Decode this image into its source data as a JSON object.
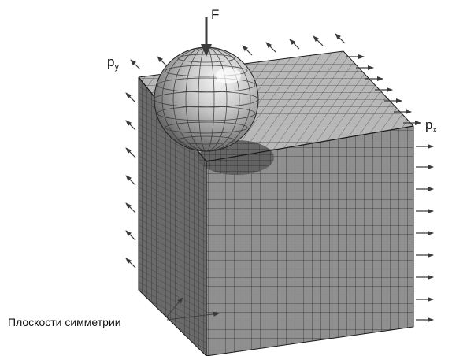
{
  "labels": {
    "force": "F",
    "pressure_x": "p",
    "pressure_x_sub": "x",
    "pressure_y": "p",
    "pressure_y_sub": "y",
    "symmetry_planes": "Плоскости симметрии"
  },
  "colors": {
    "left_face": "#6a6a6a",
    "front_face": "#8f8f8f",
    "top_face": "#b8b8b8",
    "mesh_line": "#2b2b2b",
    "sphere_light": "#f2f2f2",
    "sphere_dark": "#5a5a5a",
    "arrow": "#3a3a3a"
  }
}
